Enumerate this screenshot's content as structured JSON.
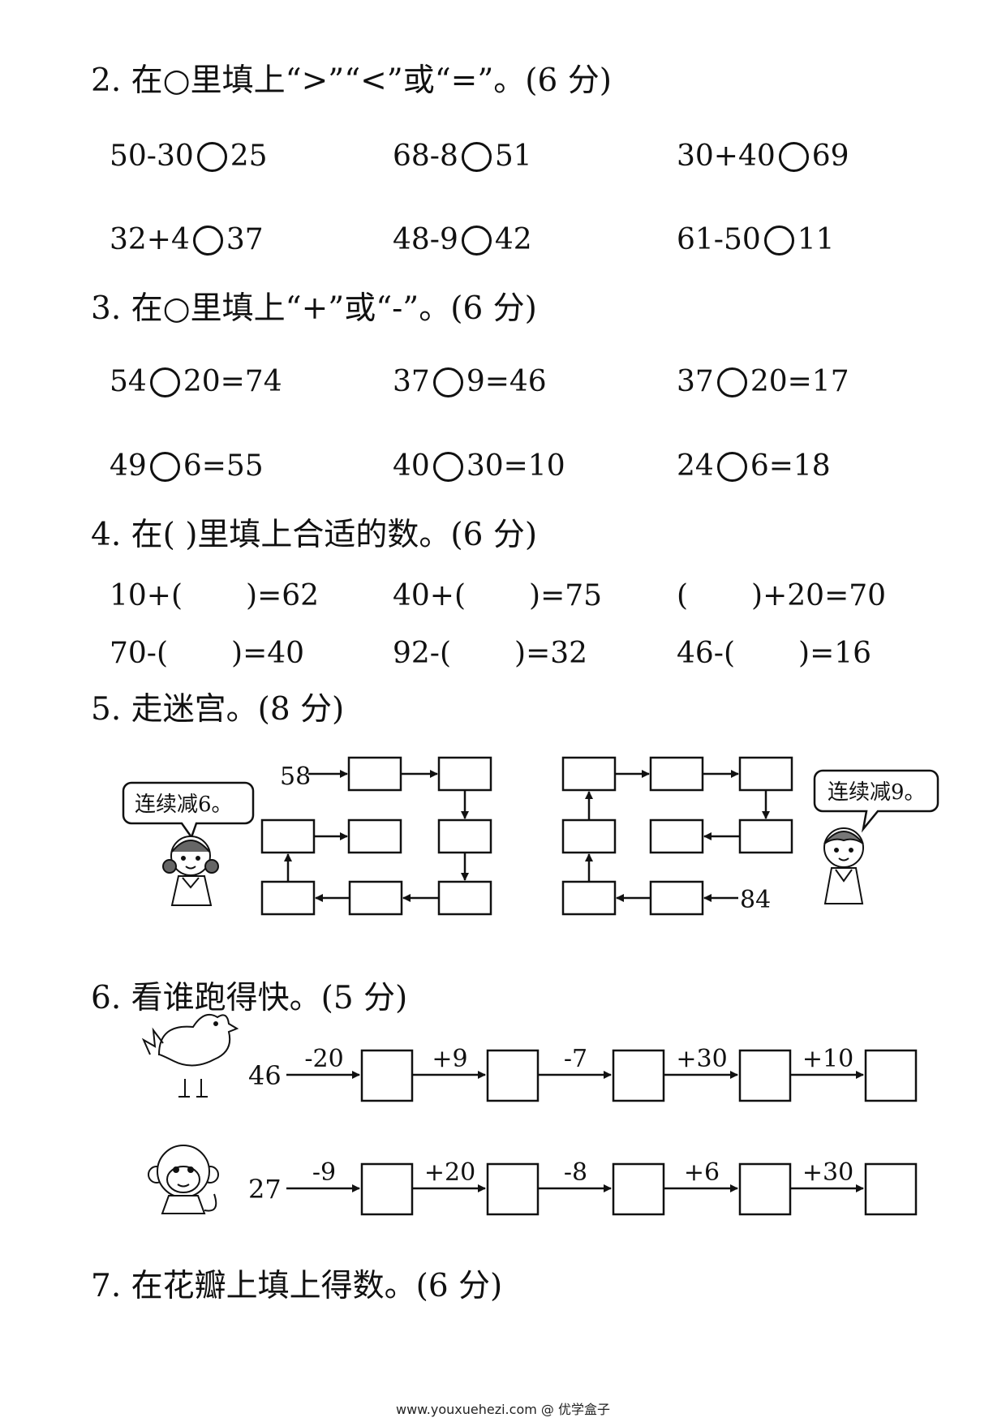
{
  "q2": {
    "title": "2. 在○里填上“>”“<”或“=”。(6 分)",
    "items": [
      {
        "left": "50-30",
        "right": "25"
      },
      {
        "left": "68-8",
        "right": "51"
      },
      {
        "left": "30+40",
        "right": "69"
      },
      {
        "left": "32+4",
        "right": "37"
      },
      {
        "left": "48-9",
        "right": "42"
      },
      {
        "left": "61-50",
        "right": "11"
      }
    ]
  },
  "q3": {
    "title": "3. 在○里填上“+”或“-”。(6 分)",
    "items": [
      {
        "left": "54",
        "right": "20=74"
      },
      {
        "left": "37",
        "right": "9=46"
      },
      {
        "left": "37",
        "right": "20=17"
      },
      {
        "left": "49",
        "right": "6=55"
      },
      {
        "left": "40",
        "right": "30=10"
      },
      {
        "left": "24",
        "right": "6=18"
      }
    ]
  },
  "q4": {
    "title": "4. 在(    )里填上合适的数。(6 分)",
    "items": [
      {
        "before": "10+(",
        "after": ")=62"
      },
      {
        "before": "40+(",
        "after": ")=75"
      },
      {
        "before": "(",
        "after": ")+20=70"
      },
      {
        "before": "70-(",
        "after": ")=40"
      },
      {
        "before": "92-(",
        "after": ")=32"
      },
      {
        "before": "46-(",
        "after": ")=16"
      }
    ]
  },
  "q5": {
    "title": "5. 走迷宫。(8 分)",
    "left_bubble": "连续减6。",
    "right_bubble": "连续减9。",
    "left_start": "58",
    "right_start": "84"
  },
  "q6": {
    "title": "6. 看谁跑得快。(5 分)",
    "chicken": {
      "start": "46",
      "ops": [
        "-20",
        "+9",
        "-7",
        "+30",
        "+10"
      ]
    },
    "monkey": {
      "start": "27",
      "ops": [
        "-9",
        "+20",
        "-8",
        "+6",
        "+30"
      ]
    }
  },
  "q7": {
    "title": "7. 在花瓣上填上得数。(6 分)"
  },
  "footer": "www.youxuehezi.com @ 优学盒子",
  "icons": [
    "girl-figure-icon",
    "boy-figure-icon",
    "chicken-icon",
    "monkey-icon"
  ]
}
